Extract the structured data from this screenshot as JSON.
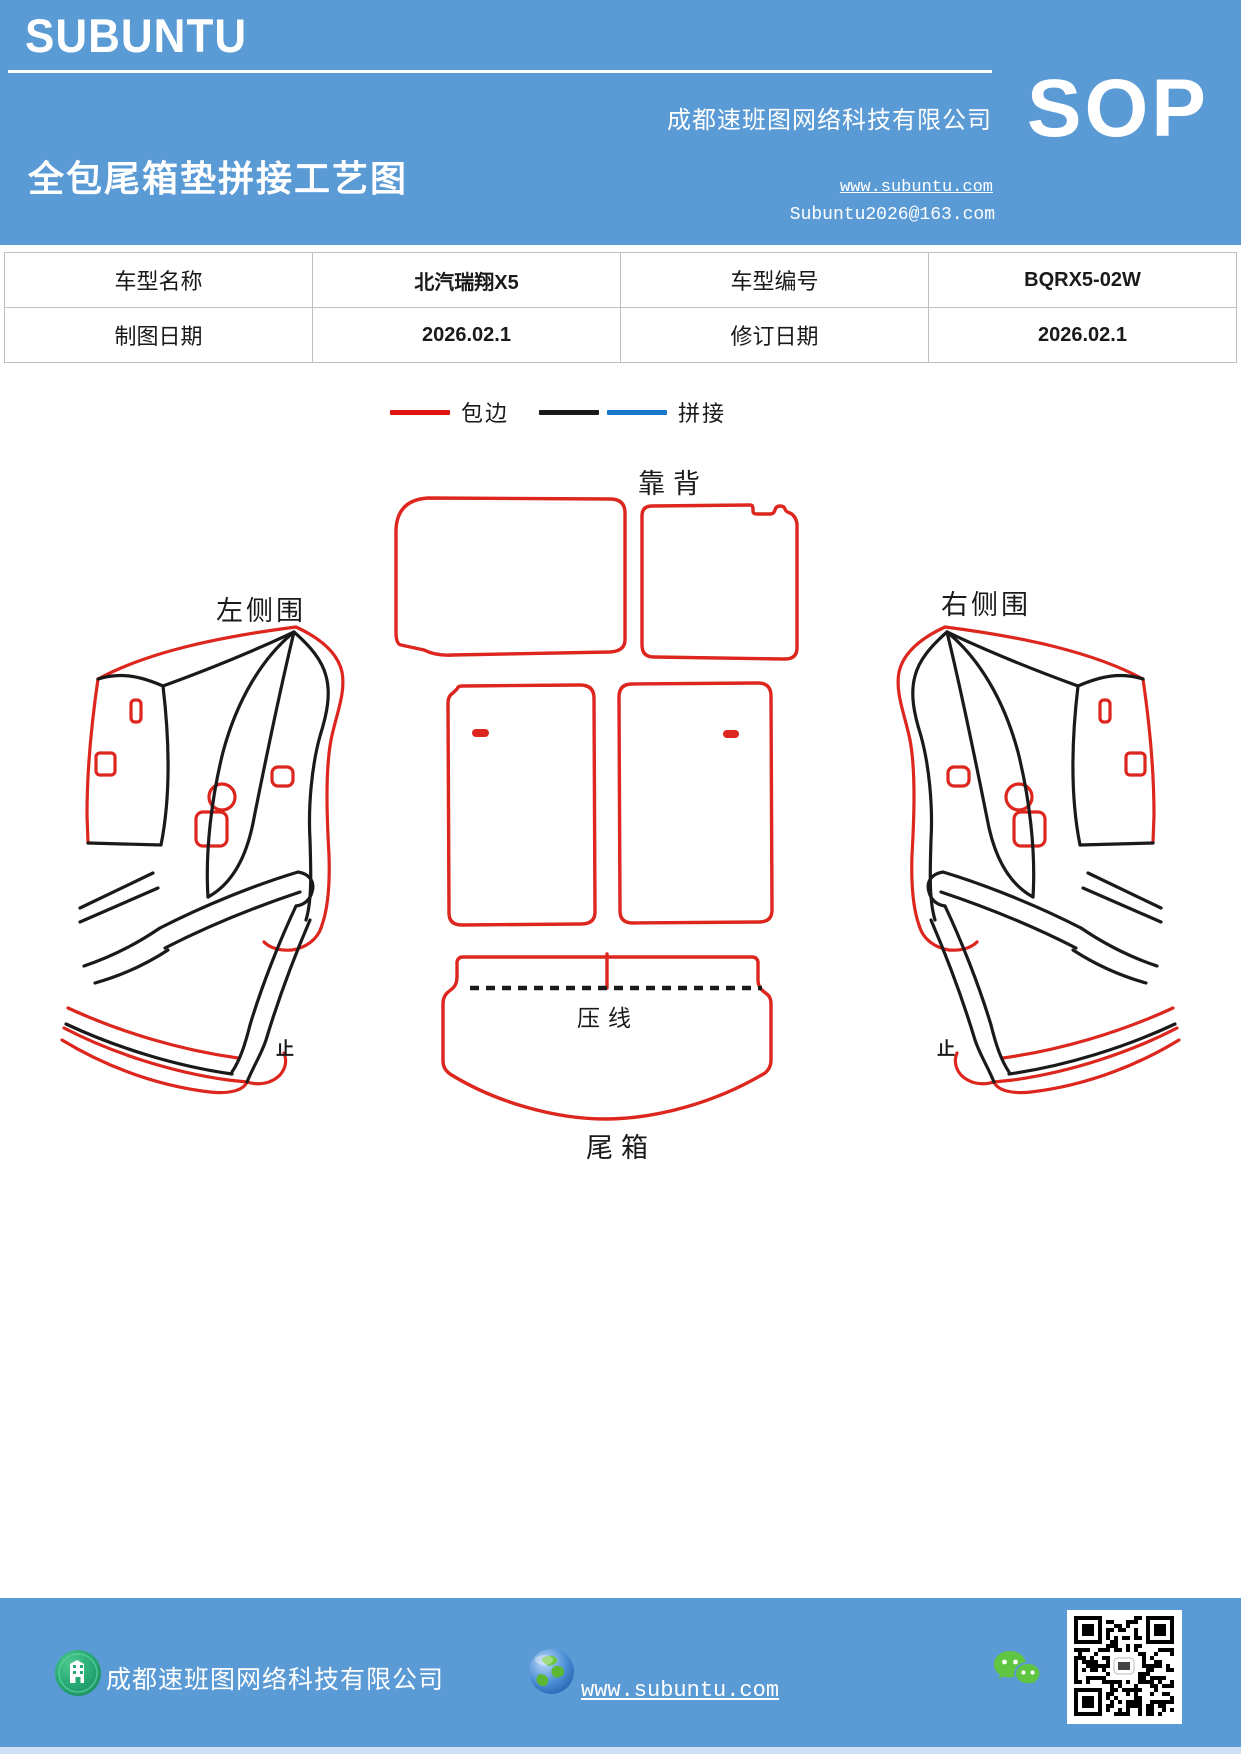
{
  "header": {
    "logo": "SUBUNTU",
    "company_name": "成都速班图网络科技有限公司",
    "title": "全包尾箱垫拼接工艺图",
    "website": "www.subuntu.com",
    "email": "Subuntu2026@163.com",
    "sop_label": "SOP",
    "bg_color": "#5B9BD5"
  },
  "info_table": {
    "rows": [
      {
        "label1": "车型名称",
        "value1": "北汽瑞翔X5",
        "label2": "车型编号",
        "value2": "BQRX5-02W"
      },
      {
        "label1": "制图日期",
        "value1": "2026.02.1",
        "label2": "修订日期",
        "value2": "2026.02.1"
      }
    ]
  },
  "legend": {
    "items": [
      {
        "label": "包边",
        "type": "single",
        "color": "#E0140F"
      },
      {
        "label": "拼接",
        "type": "double",
        "color1": "#1A1A1A",
        "color2": "#1878CE"
      }
    ]
  },
  "diagram": {
    "labels": {
      "backrest": "靠背",
      "left_side": "左侧围",
      "right_side": "右侧围",
      "press_line": "压线",
      "trunk": "尾箱",
      "stop_left": "止",
      "stop_right": "止"
    },
    "colors": {
      "edge_binding": "#DC261E",
      "cut_line": "#1A1A1A"
    }
  },
  "footer": {
    "company_name": "成都速班图网络科技有限公司",
    "website": "www.subuntu.com",
    "bg_color": "#5B9BD5"
  }
}
